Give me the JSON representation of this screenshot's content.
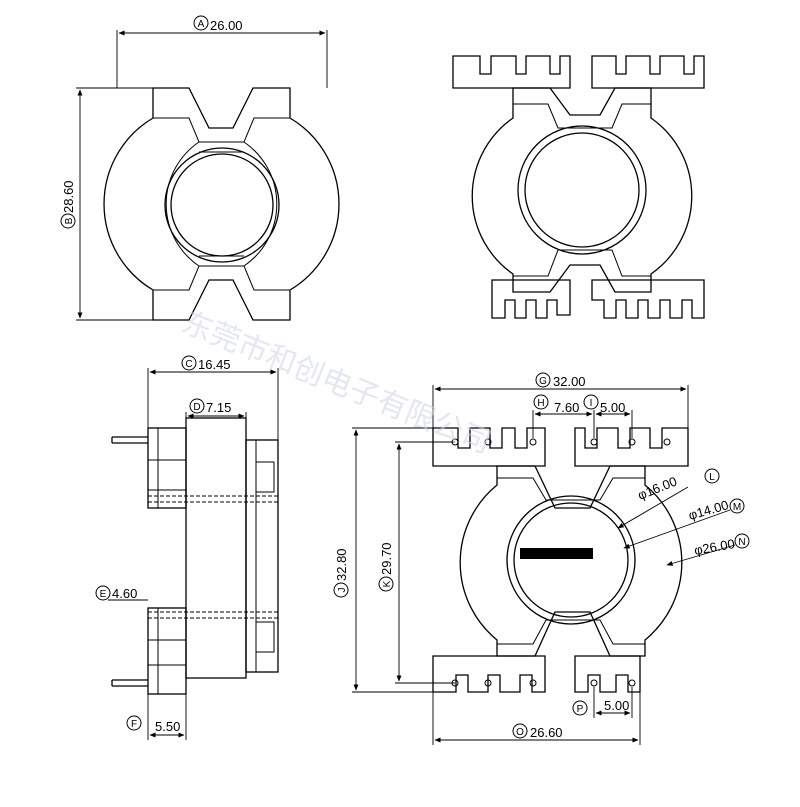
{
  "dimensions": [
    {
      "letter": "A",
      "value": "26.00"
    },
    {
      "letter": "B",
      "value": "28.60"
    },
    {
      "letter": "C",
      "value": "16.45"
    },
    {
      "letter": "D",
      "value": "7.15"
    },
    {
      "letter": "E",
      "value": "4.60"
    },
    {
      "letter": "F",
      "value": "5.50"
    },
    {
      "letter": "G",
      "value": "32.00"
    },
    {
      "letter": "H",
      "value": "7.60"
    },
    {
      "letter": "I",
      "value": "5.00"
    },
    {
      "letter": "J",
      "value": "32.80"
    },
    {
      "letter": "K",
      "value": "29.70"
    },
    {
      "letter": "L",
      "value": "φ16.00"
    },
    {
      "letter": "M",
      "value": "φ14.00"
    },
    {
      "letter": "N",
      "value": "φ26.00"
    },
    {
      "letter": "O",
      "value": "26.60"
    },
    {
      "letter": "P",
      "value": "5.00"
    }
  ],
  "watermark": "东莞市和创电子有限公司"
}
